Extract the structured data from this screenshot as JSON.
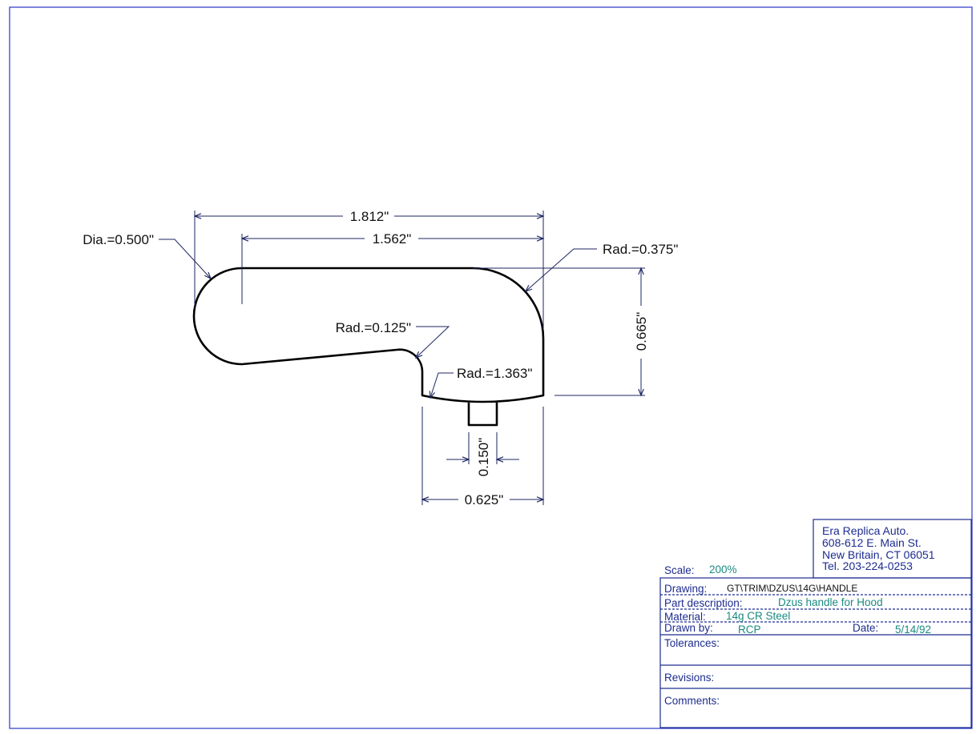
{
  "drawing": {
    "dimensions": {
      "overall_length": "1.812\"",
      "inner_length": "1.562\"",
      "end_diameter": "Dia.=0.500\"",
      "corner_radius": "Rad.=0.375\"",
      "height": "0.665\"",
      "inside_radius": "Rad.=0.125\"",
      "bottom_radius": "Rad.=1.363\"",
      "tab_width": "0.150\"",
      "base_width": "0.625\""
    }
  },
  "title_block": {
    "company": {
      "name": "Era Replica Auto.",
      "street": "608-612 E. Main St.",
      "city": "New Britain, CT 06051",
      "phone": "Tel. 203-224-0253"
    },
    "scale_label": "Scale:",
    "scale_value": "200%",
    "drawing_label": "Drawing:",
    "drawing_value": "GT\\TRIM\\DZUS\\14G\\HANDLE",
    "part_label": "Part description:",
    "part_value": "Dzus handle for Hood",
    "material_label": "Material:",
    "material_value": "14g CR Steel",
    "drawn_by_label": "Drawn by:",
    "drawn_by_value": "RCP",
    "date_label": "Date:",
    "date_value": "5/14/92",
    "tolerances_label": "Tolerances:",
    "revisions_label": "Revisions:",
    "comments_label": "Comments:"
  },
  "colors": {
    "border": "#2a35c8",
    "dimension_line": "#1d2660",
    "part_outline": "#000000",
    "label_text": "#1d2c8f",
    "value_text": "#1a8a80"
  }
}
